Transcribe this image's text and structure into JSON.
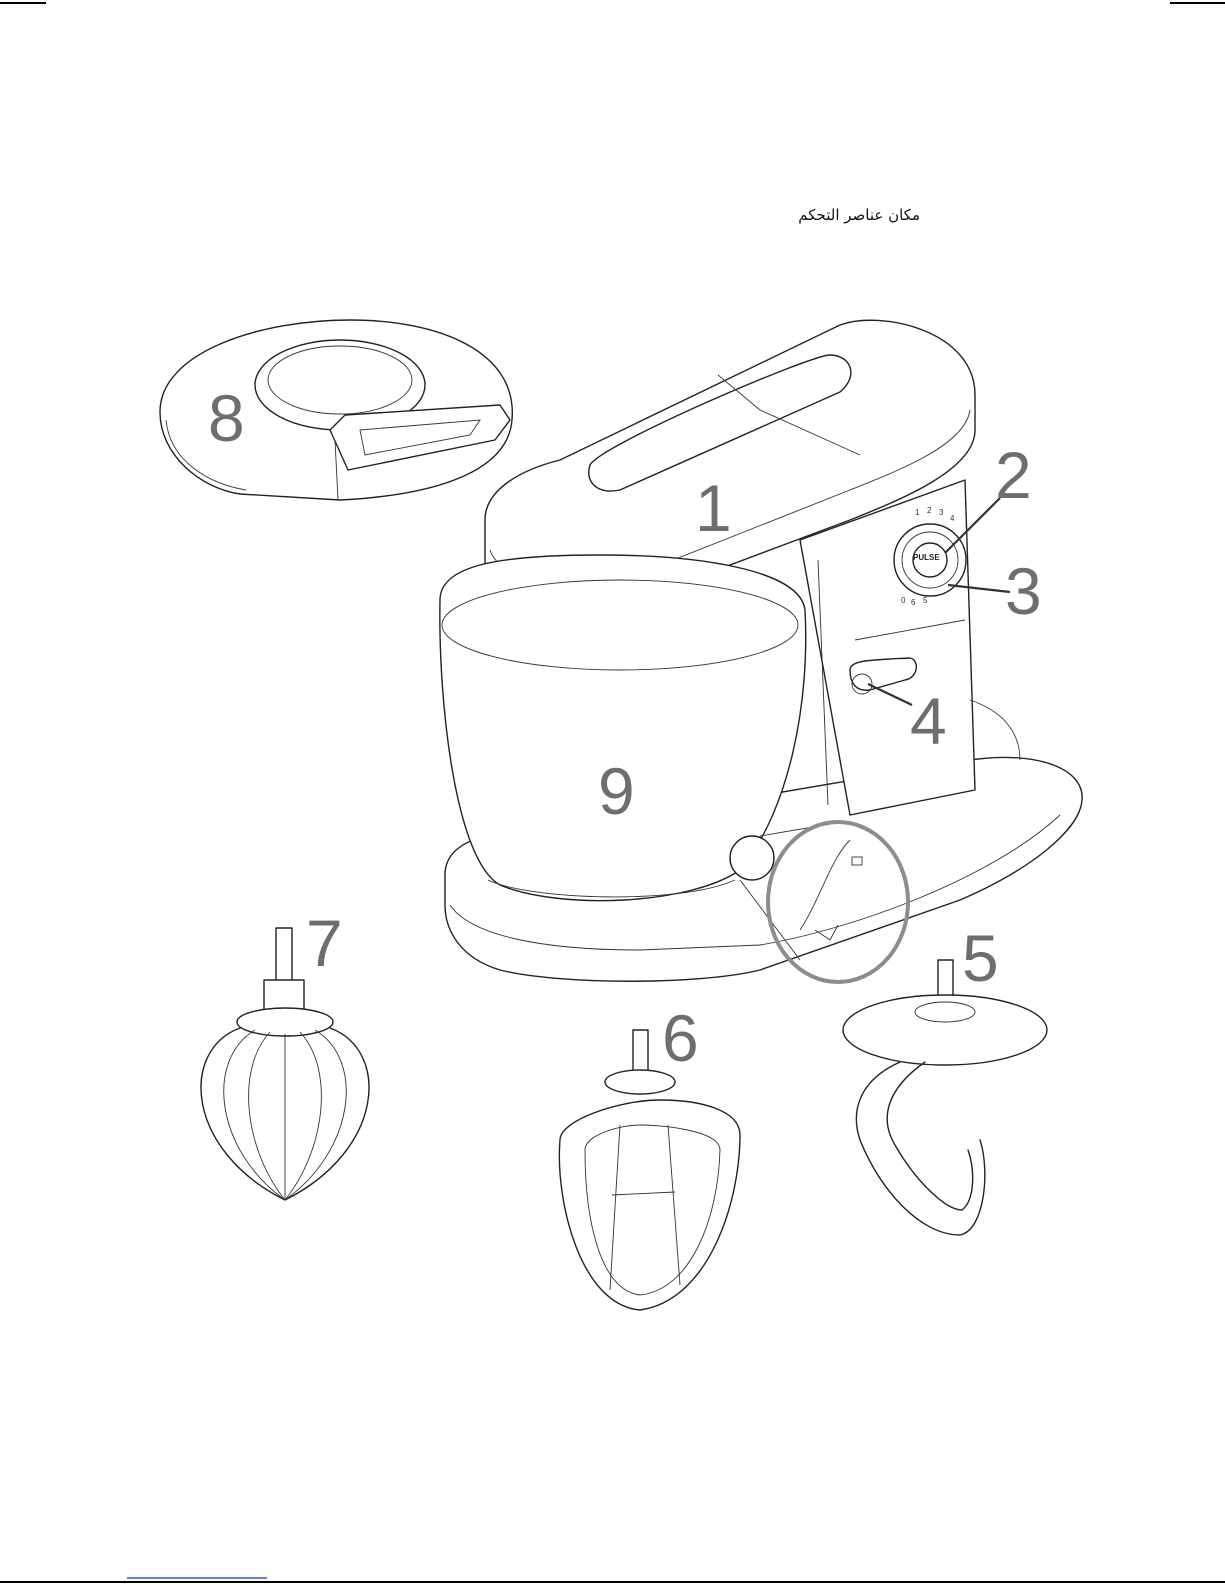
{
  "heading": "مكان عناصر التحكم",
  "dial_label": "PULSE",
  "dial_ticks": [
    "1",
    "2",
    "3",
    "4",
    "5",
    "6",
    "0"
  ],
  "callouts": [
    {
      "id": "1",
      "label": "1"
    },
    {
      "id": "2",
      "label": "2"
    },
    {
      "id": "3",
      "label": "3"
    },
    {
      "id": "4",
      "label": "4"
    },
    {
      "id": "5",
      "label": "5"
    },
    {
      "id": "6",
      "label": "6"
    },
    {
      "id": "7",
      "label": "7"
    },
    {
      "id": "8",
      "label": "8"
    },
    {
      "id": "9",
      "label": "9"
    }
  ]
}
